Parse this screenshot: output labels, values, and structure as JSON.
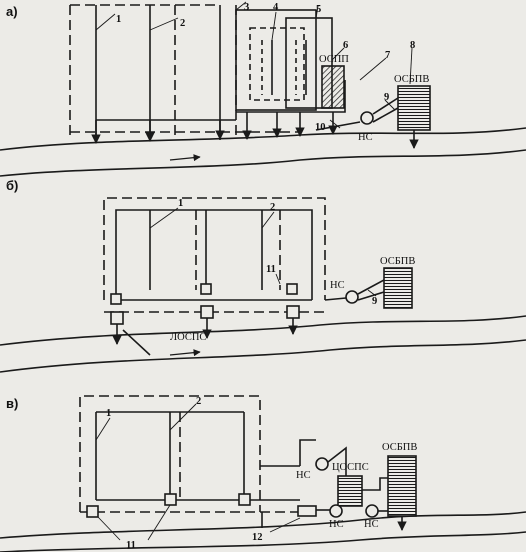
{
  "panels": {
    "a": {
      "label": "а)",
      "labels": {
        "ospp": "ОСПП",
        "osbpv": "ОСБПВ",
        "ns": "НС"
      },
      "numbers": [
        "1",
        "2",
        "3",
        "4",
        "5",
        "6",
        "7",
        "8",
        "9",
        "10"
      ]
    },
    "b": {
      "label": "б)",
      "labels": {
        "lospc": "ЛОСПС",
        "osbpv": "ОСБПВ",
        "ns": "НС"
      },
      "numbers": [
        "1",
        "2",
        "11",
        "9"
      ]
    },
    "v": {
      "label": "в)",
      "labels": {
        "tsospc": "ЦОСПС",
        "osbpv": "ОСБПВ",
        "ns1": "НС",
        "ns2": "НС",
        "ns3": "НС"
      },
      "numbers": [
        "1",
        "2",
        "11",
        "12"
      ]
    }
  },
  "colors": {
    "ink": "#1a1a1a",
    "paper": "#ecebe7"
  }
}
